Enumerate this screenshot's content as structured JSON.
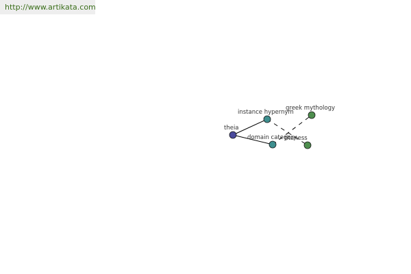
{
  "header": {
    "url_text": "http://www.artikata.com"
  },
  "graph": {
    "colors": {
      "link_color": "#3a6e1a",
      "edge": "#000000",
      "root_node": "#4a4a9c",
      "relation_node": "#3e8f8f",
      "leaf_node": "#4e8e4e"
    },
    "nodes": [
      {
        "id": "theia",
        "label": "theia",
        "kind": "root"
      },
      {
        "id": "instance-hypernym",
        "label": "instance hypernym",
        "kind": "relation"
      },
      {
        "id": "domain-category",
        "label": "domain category",
        "kind": "relation"
      },
      {
        "id": "greek-mythology",
        "label": "greek mythology",
        "kind": "leaf"
      },
      {
        "id": "titaness",
        "label": "titaness",
        "kind": "leaf"
      }
    ],
    "edges": [
      {
        "from": "theia",
        "to": "instance-hypernym",
        "style": "solid"
      },
      {
        "from": "theia",
        "to": "domain-category",
        "style": "solid"
      },
      {
        "from": "instance-hypernym",
        "to": "titaness",
        "style": "dashed"
      },
      {
        "from": "domain-category",
        "to": "greek-mythology",
        "style": "dashed"
      }
    ]
  }
}
